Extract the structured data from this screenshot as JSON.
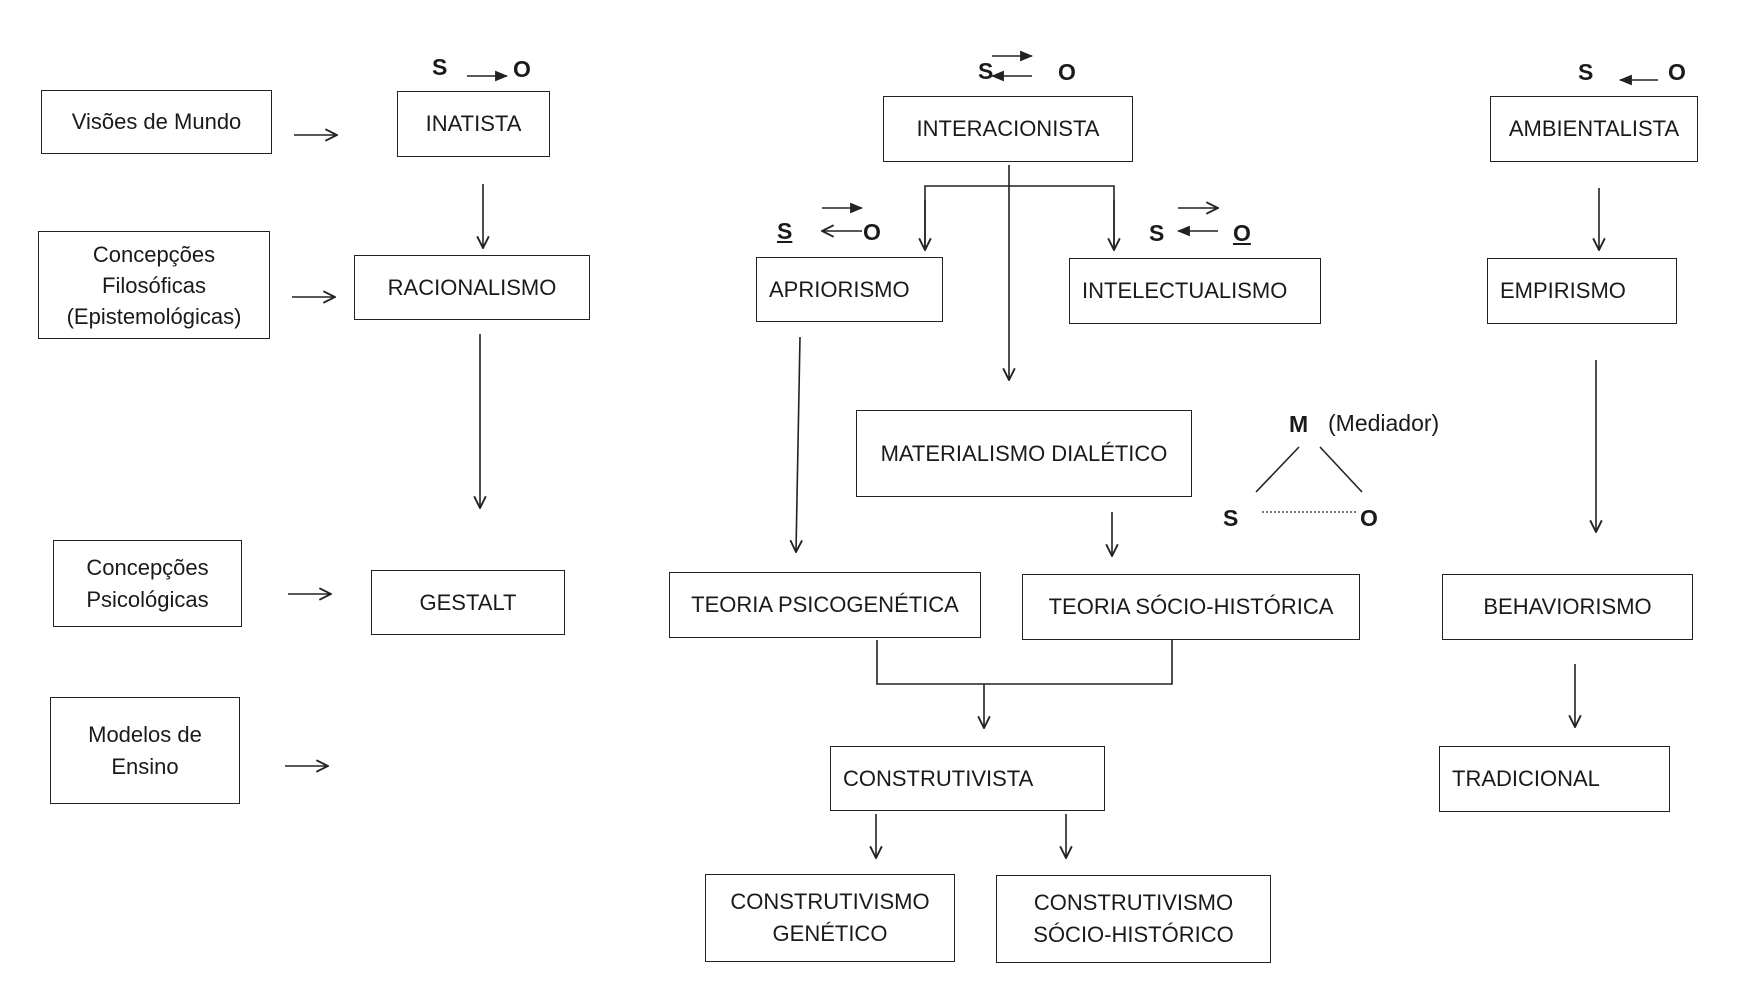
{
  "rows": {
    "visoes": "Visões de Mundo",
    "concepcoes_filosoficas": "Concepções\nFilosóficas\n(Epistemológicas)",
    "concepcoes_psicologicas": "Concepções\nPsicológicas",
    "modelos": "Modelos de\nEnsino"
  },
  "nodes": {
    "inatista": "INATISTA",
    "racionalismo": "RACIONALISMO",
    "gestalt": "GESTALT",
    "interacionista": "INTERACIONISTA",
    "apriorismo": "APRIORISMO",
    "intelectualismo": "INTELECTUALISMO",
    "materialismo": "MATERIALISMO DIALÉTICO",
    "psicogenetica": "TEORIA PSICOGENÉTICA",
    "socio_historica": "TEORIA SÓCIO-HISTÓRICA",
    "construtivista": "CONSTRUTIVISTA",
    "construtivismo_genetico": "CONSTRUTIVISMO\nGENÉTICO",
    "construtivismo_socio": "CONSTRUTIVISMO\nSÓCIO-HISTÓRICO",
    "ambientalista": "AMBIENTALISTA",
    "empirismo": "EMPIRISMO",
    "behaviorismo": "BEHAVIORISMO",
    "tradicional": "TRADICIONAL"
  },
  "relations": {
    "subject": "S",
    "object": "O"
  },
  "mediator": {
    "m": "M",
    "label": "(Mediador)",
    "s": "S",
    "o": "O"
  }
}
